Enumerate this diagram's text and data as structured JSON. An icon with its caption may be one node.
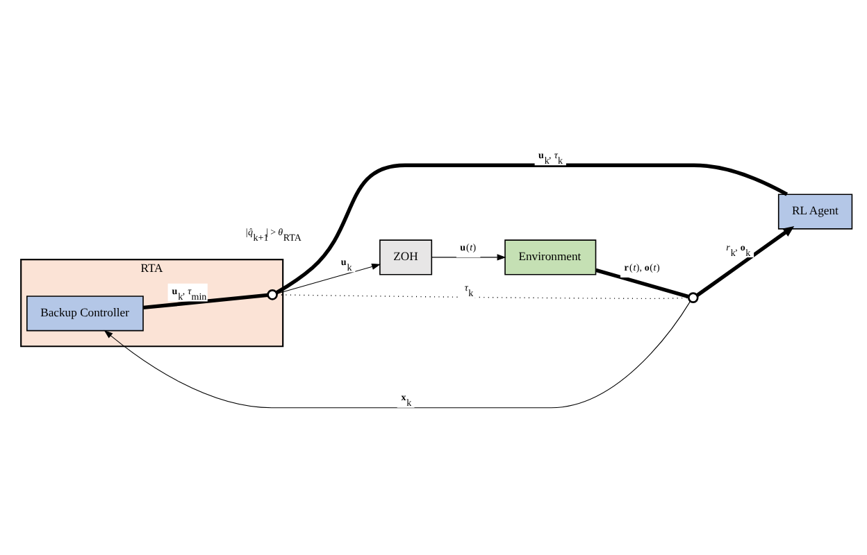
{
  "diagram": {
    "nodes": [
      {
        "text": [
          "RTA"
        ]
      },
      {
        "text": [
          "Backup Controller"
        ],
        "in": 0
      },
      {
        "text": [],
        "shape": "switch",
        "in": 0
      },
      {
        "text": [
          "ZOH"
        ]
      },
      {
        "text": [
          "Environment"
        ]
      },
      {
        "text": [
          "RL Agent"
        ]
      },
      {
        "text": [],
        "shape": "switch"
      }
    ],
    "edges": [
      {
        "from": 1,
        "to": 2,
        "arrow": "none",
        "style": "thick",
        "label": "**u**$_{k}$, *τ*$_{min}$"
      },
      {
        "from": 5,
        "to": 2,
        "arrow": "none",
        "style": "thick",
        "label": "**u**$_{k}$, *τ*$_{k}$"
      },
      {
        "from": 2,
        "to": 3,
        "arrow": "to",
        "label": "**u**$_{k}$"
      },
      {
        "from": 3,
        "to": 4,
        "arrow": "to",
        "label": "**u**(*t*)"
      },
      {
        "from": 4,
        "to": 6,
        "arrow": "none",
        "style": "thick",
        "label": "**r**(*t*), **o**(*t*)"
      },
      {
        "from": 2,
        "to": 6,
        "arrow": "none",
        "style": "dashed",
        "label": "*τ*$_{k}$"
      },
      {
        "from": 6,
        "to": 5,
        "arrow": "to",
        "style": "thick",
        "label": "*r*$_{k}$, **o**$_{k}$"
      },
      {
        "from": 6,
        "to": 1,
        "arrow": "to",
        "label": "**x**$_{k}$"
      }
    ],
    "labels": [
      "|*q̂*$_{k+1}$| > *θ*$_{RTA}$"
    ]
  }
}
